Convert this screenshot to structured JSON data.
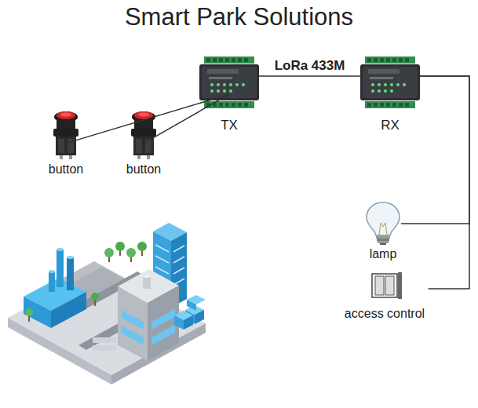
{
  "diagram": {
    "title": "Smart Park Solutions",
    "nodes": [
      {
        "text": [
          "TX"
        ]
      },
      {
        "text": [
          "RX"
        ]
      },
      {
        "text": [
          "button"
        ]
      },
      {
        "text": [
          "button"
        ]
      },
      {
        "text": [
          "lamp"
        ]
      },
      {
        "text": [
          "access control"
        ]
      }
    ],
    "edges": [
      {
        "from": 2,
        "to": 0,
        "arrow": "none"
      },
      {
        "from": 3,
        "to": 0,
        "arrow": "none"
      },
      {
        "from": 0,
        "to": 1,
        "label": "LoRa 433M",
        "arrow": "none"
      },
      {
        "from": 1,
        "to": 4,
        "arrow": "none"
      },
      {
        "from": 1,
        "to": 5,
        "arrow": "none"
      }
    ]
  }
}
